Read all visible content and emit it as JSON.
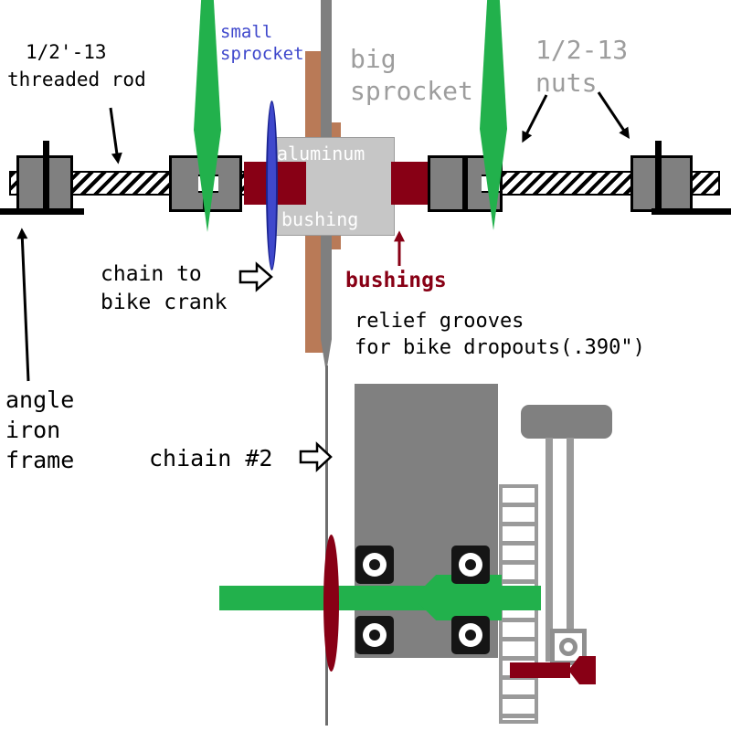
{
  "diagram": {
    "annotations": {
      "threaded_rod": {
        "line1": "1/2'-13",
        "line2": "threaded rod"
      },
      "small_sprocket": {
        "line1": "small",
        "line2": "sprocket"
      },
      "big_sprocket": {
        "line1": "big",
        "line2": "sprocket"
      },
      "nuts": {
        "line1": "1/2-13",
        "line2": "nuts"
      },
      "aluminum_bushing": {
        "line1": "aluminum",
        "line2": "bushing"
      },
      "chain_to_crank": {
        "line1": "chain to",
        "line2": "bike crank"
      },
      "bushings": "bushings",
      "relief_grooves": {
        "line1": "relief grooves",
        "line2": "for bike dropouts(.390\")"
      },
      "angle_iron_frame": {
        "line1": "angle",
        "line2": "iron",
        "line3": "frame"
      },
      "chain2": "chiain #2"
    },
    "colors": {
      "green": "#22b14c",
      "dark_red": "#880015",
      "tan": "#b97a57",
      "blue": "#3f48cc",
      "blue_dark": "#1a2390",
      "nut_gray": "#808080",
      "block_gray": "#c6c6c6",
      "sprocket_gray": "#7f7f7f",
      "label_gray": "#9d9d9d",
      "fork_gray": "#9a9a9a",
      "line_gray": "#6e6e6e",
      "bearing_black": "#151515",
      "white": "#ffffff",
      "black": "#000000"
    }
  }
}
